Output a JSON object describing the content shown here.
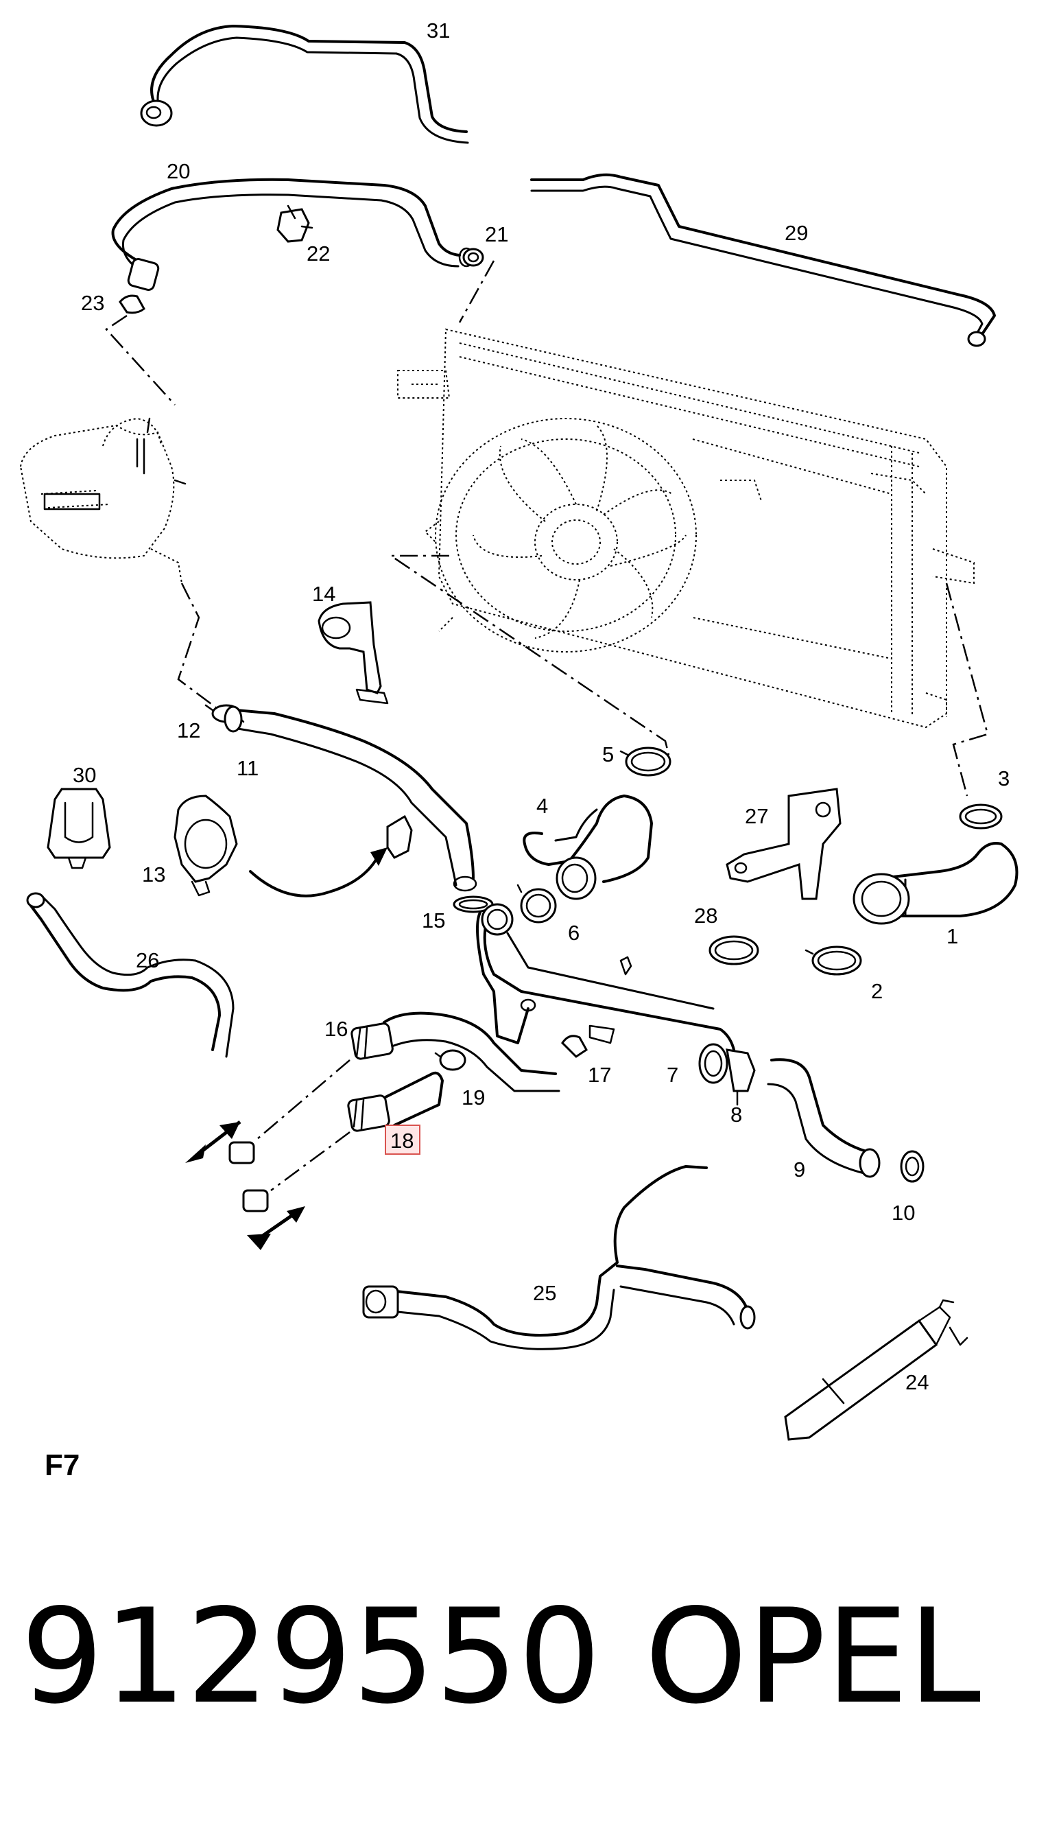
{
  "diagram": {
    "section_code": "F7",
    "part_number": "9129550",
    "brand": "OPEL",
    "highlighted_callout": "18",
    "callouts": [
      "1",
      "2",
      "3",
      "4",
      "5",
      "6",
      "7",
      "8",
      "9",
      "10",
      "11",
      "12",
      "13",
      "14",
      "15",
      "16",
      "17",
      "18",
      "19",
      "20",
      "21",
      "22",
      "23",
      "24",
      "25",
      "26",
      "27",
      "28",
      "29",
      "30",
      "31"
    ]
  }
}
